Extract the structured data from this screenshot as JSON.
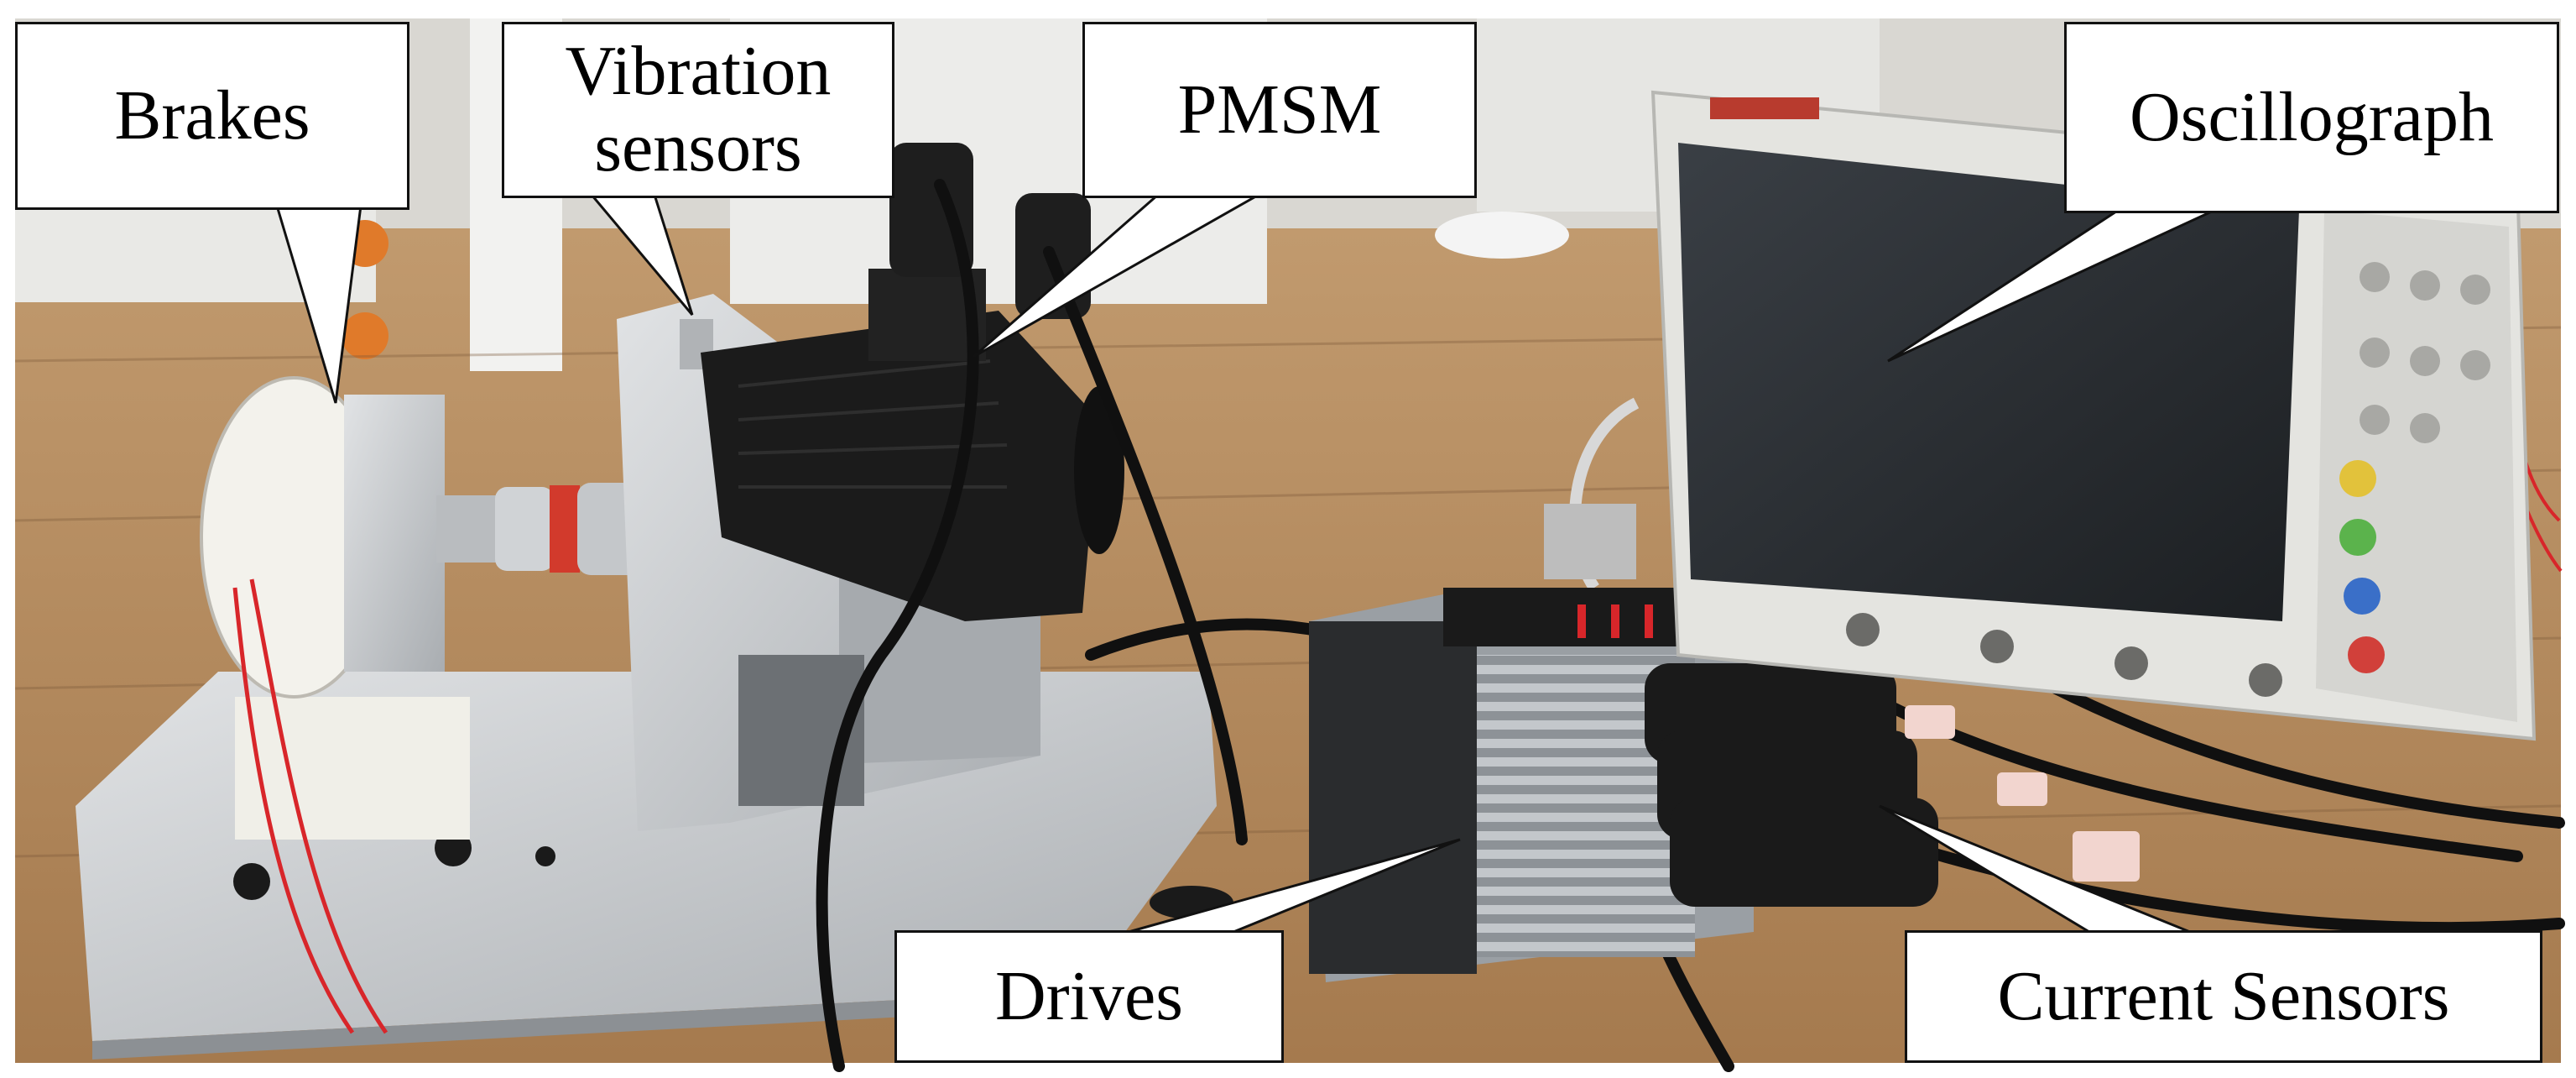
{
  "labels": {
    "brakes": "Brakes",
    "vibration_sensors": "Vibration\nsensors",
    "pmsm": "PMSM",
    "oscillograph": "Oscillograph",
    "drives": "Drives",
    "current_sensors": "Current Sensors"
  },
  "colors": {
    "floor": "#b98f5f",
    "floor_dark": "#8f6a44",
    "aluminum": "#c9cccf",
    "motor": "#1b1b1b",
    "scope_body": "#e4e4e0",
    "scope_screen": "#2a2d31",
    "coupling_red": "#d23a2c",
    "wire_red": "#d8262a",
    "label_bg": "#ffffff",
    "label_border": "#111111"
  }
}
